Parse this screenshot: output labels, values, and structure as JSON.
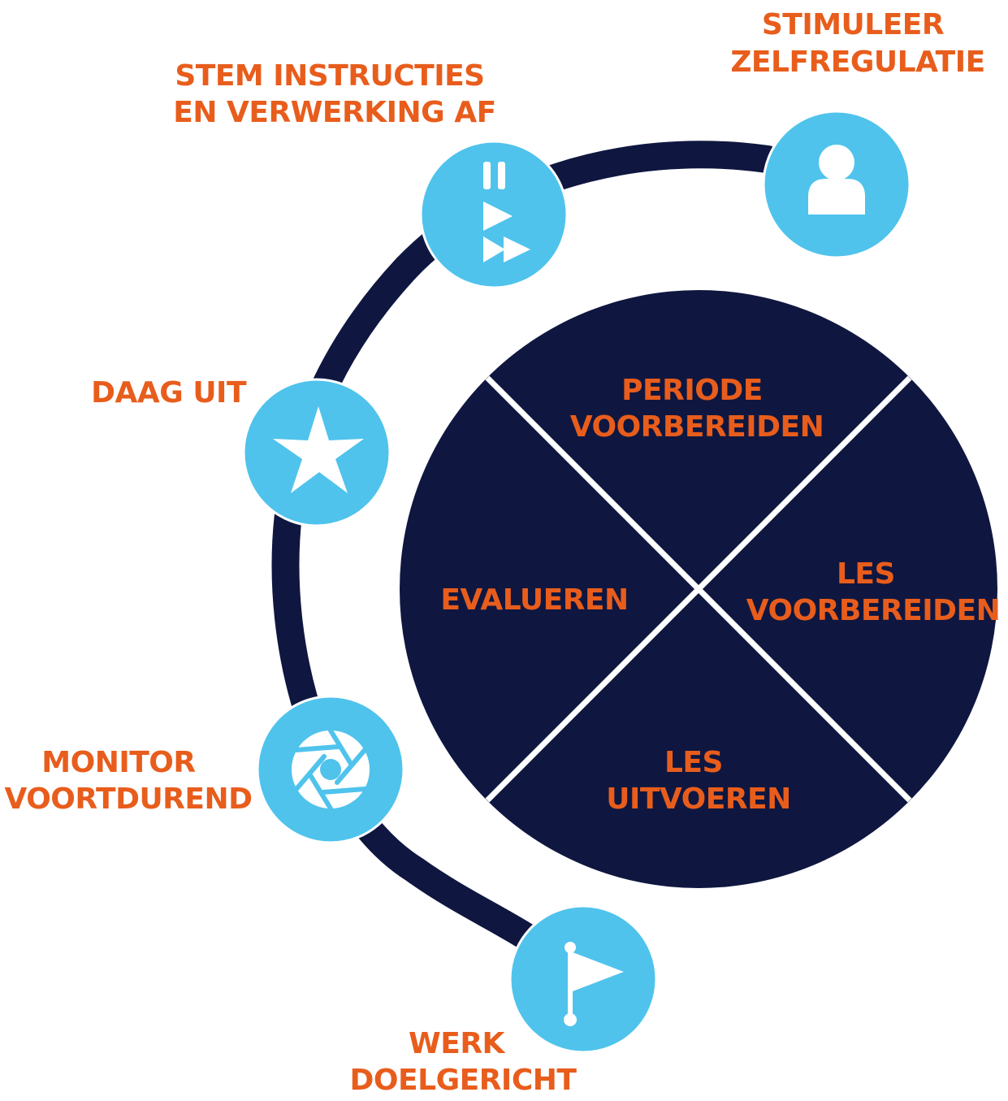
{
  "colors": {
    "navy": "#0f1740",
    "light_blue": "#4fc3ec",
    "orange": "#e85d1c",
    "white": "#ffffff"
  },
  "quadrants": {
    "top": [
      "PERIODE",
      "VOORBEREIDEN"
    ],
    "right": [
      "LES",
      "VOORBEREIDEN"
    ],
    "bottom": [
      "LES",
      "UITVOEREN"
    ],
    "left": [
      "EVALUEREN"
    ]
  },
  "steps": {
    "zelfregulatie": {
      "lines": [
        "STIMULEER",
        "ZELFREGULATIE"
      ],
      "icon": "person-icon"
    },
    "instructies": {
      "lines": [
        "STEM INSTRUCTIES",
        "EN VERWERKING AF"
      ],
      "icon": "pause-play-forward-icon"
    },
    "daag_uit": {
      "lines": [
        "DAAG UIT"
      ],
      "icon": "star-icon"
    },
    "monitor": {
      "lines": [
        "MONITOR",
        "VOORTDUREND"
      ],
      "icon": "aperture-icon"
    },
    "doelgericht": {
      "lines": [
        "WERK",
        "DOELGERICHT"
      ],
      "icon": "flag-icon"
    }
  }
}
